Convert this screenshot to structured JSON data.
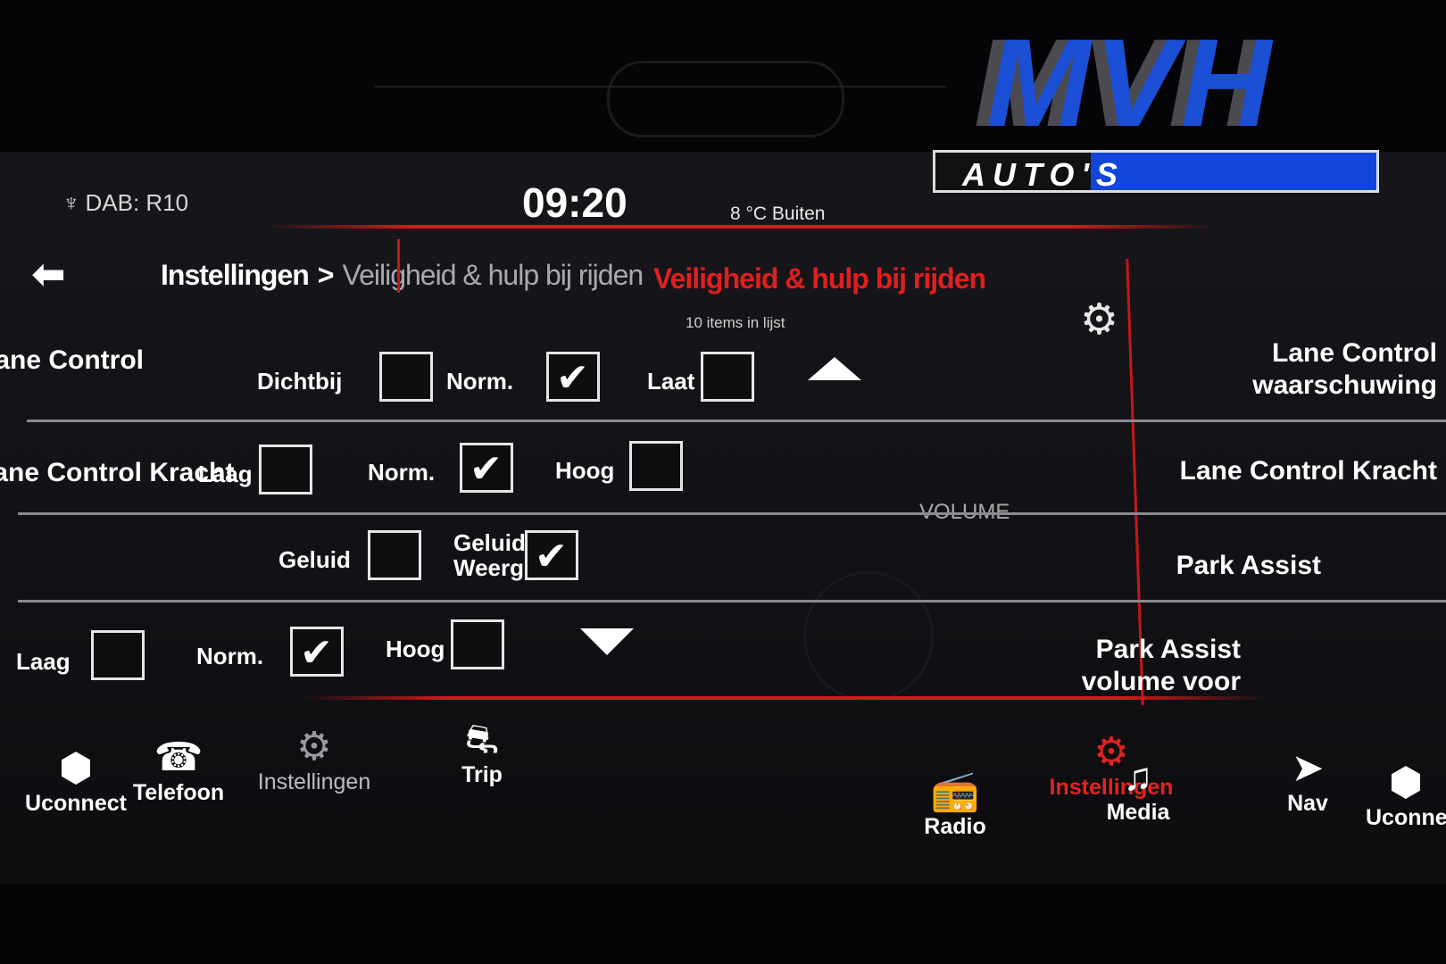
{
  "watermark": {
    "big": "MVH",
    "bar": "AUTO'S"
  },
  "status": {
    "radio_icon": "antenna-icon",
    "radio": "DAB: R10",
    "time": "09:20",
    "temperature": "8 °C Buiten"
  },
  "header": {
    "back_icon": "back-arrow-icon",
    "crumb_root": "Instellingen",
    "crumb_sep": ">",
    "crumb_current": "Veiligheid & hulp bij rijden",
    "crumb_ghost": "Veiligheid & hulp bij rijden",
    "count": "10 items in lijst"
  },
  "rows": [
    {
      "left_label": "Lane Control",
      "right_label_1": "Lane Control",
      "right_label_2": "waarschuwing",
      "options": [
        {
          "label": "Dichtbij",
          "checked": false
        },
        {
          "label": "Norm.",
          "checked": true
        },
        {
          "label": "Laat",
          "checked": false
        }
      ]
    },
    {
      "left_label": "Lane Control Kracht",
      "right_label_1": "Lane Control Kracht",
      "options": [
        {
          "label": "Laag",
          "checked": false
        },
        {
          "label": "Norm.",
          "checked": true
        },
        {
          "label": "Hoog",
          "checked": false
        }
      ]
    },
    {
      "right_label_1": "Park Assist",
      "options": [
        {
          "label": "Geluid",
          "checked": false
        },
        {
          "label_1": "Geluid +",
          "label_2": "Weerg.",
          "checked": true
        }
      ]
    },
    {
      "right_label_1": "Park Assist",
      "right_label_2": "volume voor",
      "options": [
        {
          "label": "Laag",
          "checked": false
        },
        {
          "label": "Norm.",
          "checked": true
        },
        {
          "label": "Hoog",
          "checked": false
        }
      ]
    }
  ],
  "ghost": {
    "text": "VOLUME"
  },
  "nav": {
    "uconnect": "Uconnect",
    "telefoon": "Telefoon",
    "instellingen_left": "Instellingen",
    "trip": "Trip",
    "radio": "Radio",
    "instellingen_active": "Instellingen",
    "media": "Media",
    "nav": "Nav",
    "uconnect_right": "Uconnect"
  },
  "colors": {
    "accent": "#e32222",
    "watermark_blue": "#1246d8"
  }
}
